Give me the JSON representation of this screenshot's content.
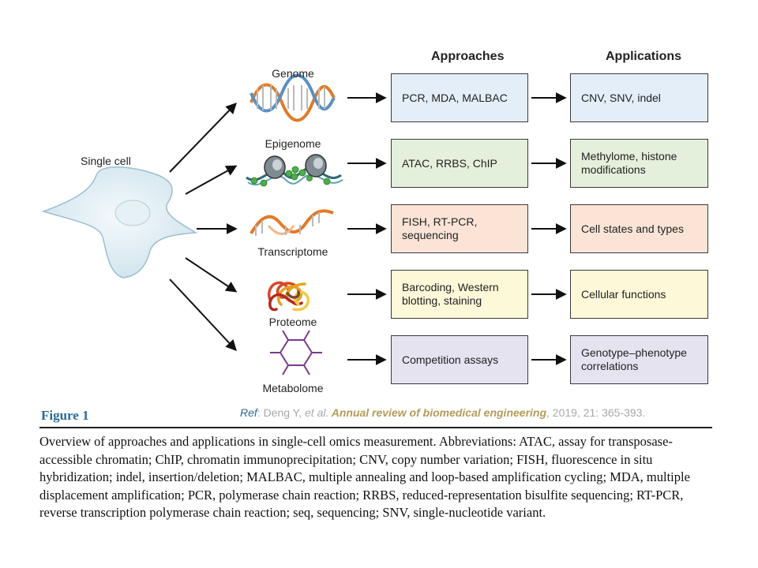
{
  "diagram": {
    "headers": {
      "approaches": "Approaches",
      "applications": "Applications"
    },
    "source_label": "Single cell",
    "rows": [
      {
        "omics": "Genome",
        "approach": "PCR, MDA, MALBAC",
        "application": "CNV, SNV, indel",
        "approach_color": "#e3eef9",
        "application_color": "#e3eef9"
      },
      {
        "omics": "Epigenome",
        "approach": "ATAC, RRBS, ChIP",
        "application": "Methylome, histone modifications",
        "approach_color": "#e5f0dc",
        "application_color": "#e5f0dc"
      },
      {
        "omics": "Transcriptome",
        "approach": "FISH, RT-PCR, sequencing",
        "application": "Cell states and types",
        "approach_color": "#fbe4d6",
        "application_color": "#fbe4d6"
      },
      {
        "omics": "Proteome",
        "approach": "Barcoding, Western blotting, staining",
        "application": "Cellular functions",
        "approach_color": "#fdf8d8",
        "application_color": "#fdf8d8"
      },
      {
        "omics": "Metabolome",
        "approach": "Competition assays",
        "application": "Genotype–phenotype correlations",
        "approach_color": "#e6e3f1",
        "application_color": "#e6e3f1"
      }
    ]
  },
  "figure": {
    "title": "Figure 1",
    "ref_label": "Ref",
    "ref_authors": ": Deng Y, ",
    "ref_etal": "et al.",
    "ref_journal": " Annual review of biomedical engineering",
    "ref_tail": ", 2019, 21: 365-393.",
    "caption": "Overview of approaches and applications in single-cell omics measurement. Abbreviations: ATAC, assay for transposase-accessible chromatin; ChIP, chromatin immunoprecipitation; CNV, copy number variation; FISH, fluorescence in situ hybridization; indel, insertion/deletion; MALBAC, multiple annealing and loop-based amplification cycling; MDA, multiple displacement amplification; PCR, polymerase chain reaction; RRBS, reduced-representation bisulfite sequencing; RT-PCR, reverse transcription polymerase chain reaction; seq, sequencing; SNV, single-nucleotide variant."
  },
  "colors": {
    "figure_title": "#2a6a9a",
    "journal": "#b59b5a",
    "cell_fill": "#dcecf3",
    "cell_stroke": "#8fb4c6",
    "dna_orange": "#e07b2a",
    "dna_blue": "#5b8fc4",
    "metabolite_purple": "#7a3a8c"
  }
}
